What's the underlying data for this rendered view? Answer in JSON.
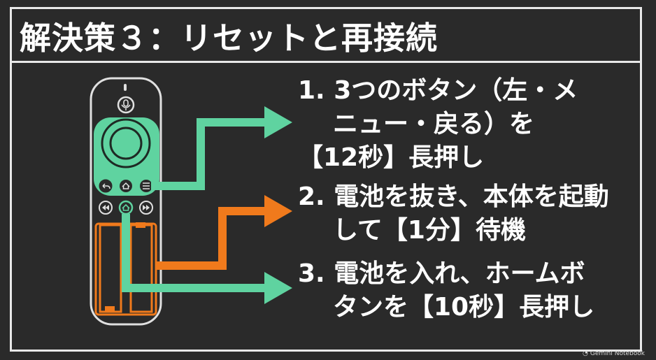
{
  "title": "解決策３：リセットと再接続",
  "colors": {
    "background": "#2a2a2a",
    "border": "#e8e8e8",
    "green": "#5fd3a0",
    "orange": "#f07a1c"
  },
  "remote": {
    "icons": [
      "mic-icon",
      "back-icon",
      "home-icon",
      "menu-icon",
      "rewind-icon",
      "play-pause-icon"
    ]
  },
  "steps": [
    {
      "lines": [
        "1. 3つのボタン（左・メ",
        "ニュー・戻る）を",
        "【12秒】長押し"
      ],
      "color": "#5fd3a0"
    },
    {
      "lines": [
        "2. 電池を抜き、本体を起動",
        "して【1分】待機"
      ],
      "color": "#f07a1c"
    },
    {
      "lines": [
        "3. 電池を入れ、ホームボ",
        "タンを【10秒】長押し"
      ],
      "color": "#5fd3a0"
    }
  ],
  "watermark": "Gemini Notebook"
}
